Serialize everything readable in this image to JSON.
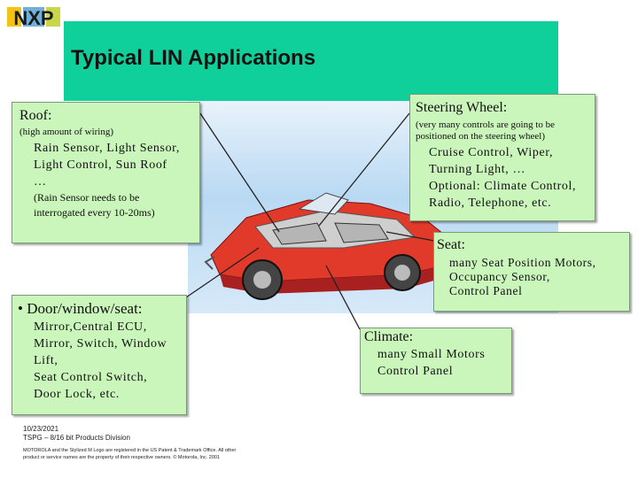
{
  "logo": {
    "text": "NXP"
  },
  "title": "Typical LIN Applications",
  "roof": {
    "heading": "Roof:",
    "note": "(high amount of wiring)",
    "lines": [
      "Rain Sensor, Light Sensor,",
      "Light Control, Sun Roof",
      "…"
    ],
    "sub": [
      "(Rain Sensor needs to be",
      "interrogated every 10-20ms)"
    ]
  },
  "steering": {
    "heading": "Steering Wheel:",
    "note": [
      "(very many controls are going to be",
      "positioned on the steering wheel)"
    ],
    "lines": [
      "Cruise Control, Wiper,",
      "Turning Light, …",
      "Optional: Climate Control,",
      "Radio, Telephone, etc."
    ]
  },
  "seat": {
    "heading": "Seat:",
    "lines": [
      "many Seat Position Motors,",
      "Occupancy Sensor,",
      "Control Panel"
    ]
  },
  "door": {
    "heading": "• Door/window/seat:",
    "lines": [
      "Mirror,Central ECU,",
      "Mirror, Switch, Window",
      "Lift,",
      "Seat Control Switch,",
      "Door Lock, etc."
    ]
  },
  "climate": {
    "heading": "Climate:",
    "lines": [
      "many Small Motors",
      "Control Panel"
    ]
  },
  "footer": {
    "date": "10/23/2021",
    "division": "TSPG – 8/16 bit Products Division",
    "legal1": "MOTOROLA and the Stylized M Logo are registered in the US Patent & Trademark Office. All other",
    "legal2": "product or service names are the property of their respective owners.  © Motorola, Inc. 2001"
  },
  "colors": {
    "title_band": "#0fcf9a",
    "callout": "#caf5bb",
    "car": "#e23a2a"
  }
}
